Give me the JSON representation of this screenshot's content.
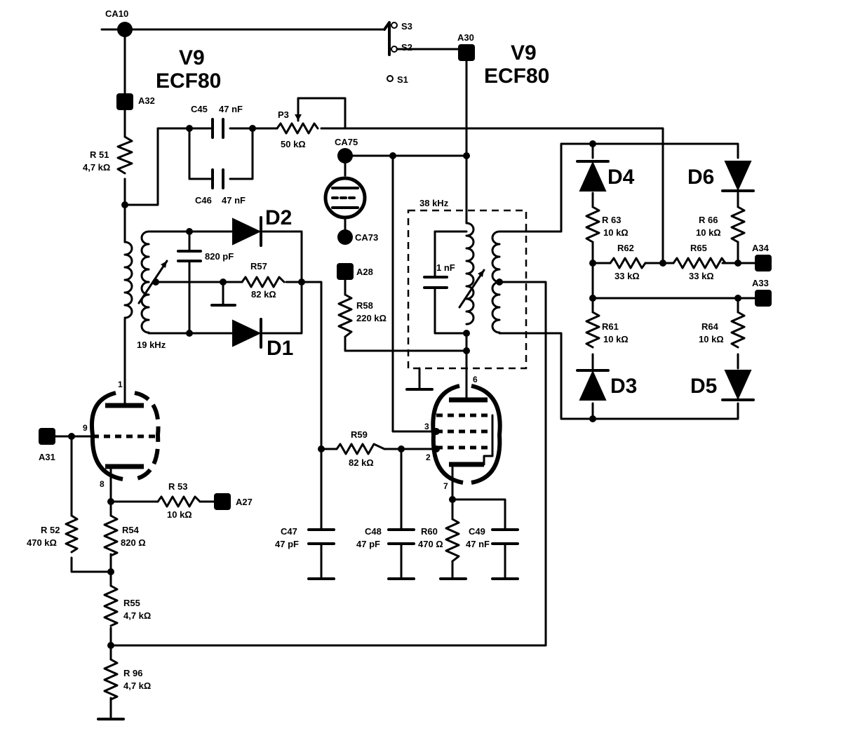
{
  "tubes": {
    "v9_left_ref": "V9",
    "v9_left_type": "ECF80",
    "v9_right_ref": "V9",
    "v9_right_type": "ECF80"
  },
  "terminals": {
    "ca10": "CA10",
    "a32": "A32",
    "ca75": "CA75",
    "ca73": "CA73",
    "a28": "A28",
    "a30": "A30",
    "a31": "A31",
    "a27": "A27",
    "a34": "A34",
    "a33": "A33"
  },
  "switch": {
    "s1": "S1",
    "s2": "S2",
    "s3": "S3"
  },
  "frequencies": {
    "f19": "19 kHz",
    "f38": "38 kHz"
  },
  "components": {
    "r51": {
      "ref": "R 51",
      "value": "4,7 kΩ"
    },
    "c45": {
      "ref": "C45",
      "value": "47 nF"
    },
    "c46": {
      "ref": "C46",
      "value": "47 nF"
    },
    "p3": {
      "ref": "P3",
      "value": "50 kΩ"
    },
    "c820": {
      "value": "820 pF"
    },
    "r57": {
      "ref": "R57",
      "value": "82 kΩ"
    },
    "d1": "D1",
    "d2": "D2",
    "d3": "D3",
    "d4": "D4",
    "d5": "D5",
    "d6": "D6",
    "r58": {
      "ref": "R58",
      "value": "220 kΩ"
    },
    "c1nf": {
      "value": "1 nF"
    },
    "r59": {
      "ref": "R59",
      "value": "82 kΩ"
    },
    "r63": {
      "ref": "R 63",
      "value": "10 kΩ"
    },
    "r62": {
      "ref": "R62",
      "value": "33 kΩ"
    },
    "r65": {
      "ref": "R65",
      "value": "33 kΩ"
    },
    "r66": {
      "ref": "R 66",
      "value": "10 kΩ"
    },
    "r61": {
      "ref": "R61",
      "value": "10 kΩ"
    },
    "r64": {
      "ref": "R64",
      "value": "10 kΩ"
    },
    "r53": {
      "ref": "R 53",
      "value": "10 kΩ"
    },
    "r52": {
      "ref": "R 52",
      "value": "470 kΩ"
    },
    "r54": {
      "ref": "R54",
      "value": "820 Ω"
    },
    "r55": {
      "ref": "R55",
      "value": "4,7 kΩ"
    },
    "r96": {
      "ref": "R 96",
      "value": "4,7 kΩ"
    },
    "c47": {
      "ref": "C47",
      "value": "47 pF"
    },
    "c48": {
      "ref": "C48",
      "value": "47 pF"
    },
    "r60": {
      "ref": "R60",
      "value": "470 Ω"
    },
    "c49": {
      "ref": "C49",
      "value": "47 nF"
    }
  },
  "pins": {
    "p1": "1",
    "p9": "9",
    "p8": "8",
    "p6": "6",
    "p3": "3",
    "p2": "2",
    "p7": "7"
  }
}
